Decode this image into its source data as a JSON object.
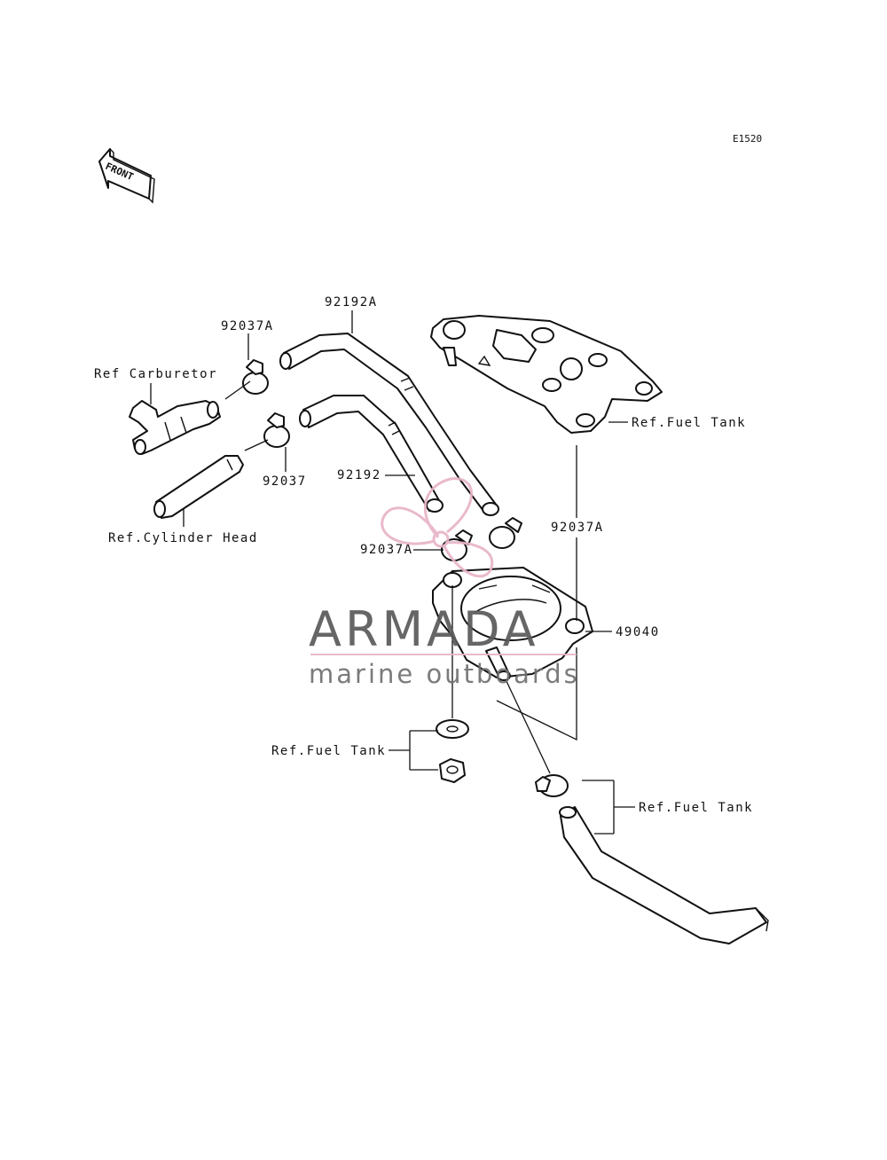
{
  "diagram_code": "E1520",
  "front_arrow_text": "FRONT",
  "labels": {
    "part_92192A": "92192A",
    "part_92037A_top": "92037A",
    "ref_carburetor": "Ref Carburetor",
    "part_92037": "92037",
    "part_92192": "92192",
    "ref_cylinder_head": "Ref.Cylinder Head",
    "part_92037A_mid": "92037A",
    "ref_fuel_tank_top": "Ref.Fuel Tank",
    "part_92037A_right": "92037A",
    "part_49040": "49040",
    "ref_fuel_tank_left": "Ref.Fuel Tank",
    "ref_fuel_tank_bottom": "Ref.Fuel Tank"
  },
  "watermark": {
    "brand": "ARMADA",
    "tagline": "marine outboards",
    "colors": {
      "logo": "#e8b4c8",
      "text": "#5a5a5a",
      "rule": "#e8b4c8"
    }
  }
}
